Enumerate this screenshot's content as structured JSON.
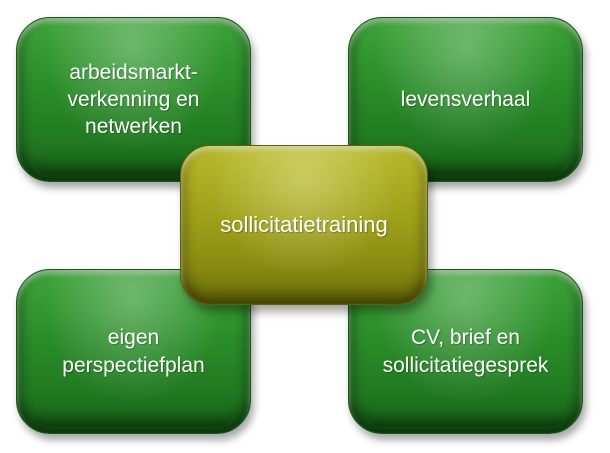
{
  "diagram": {
    "center": {
      "label": "sollicitatietraining"
    },
    "boxes": {
      "top_left": "arbeidsmarkt-\nverkenning en\nnetwerken",
      "top_right": "levensverhaal",
      "bottom_left": "eigen\nperspectiefplan",
      "bottom_right": "CV, brief en\nsollicitatiegesprek"
    },
    "colors": {
      "outer_box": "#2b8e2a",
      "center_box": "#a2a31b",
      "text": "#ffffff",
      "background": "#ffffff"
    }
  }
}
